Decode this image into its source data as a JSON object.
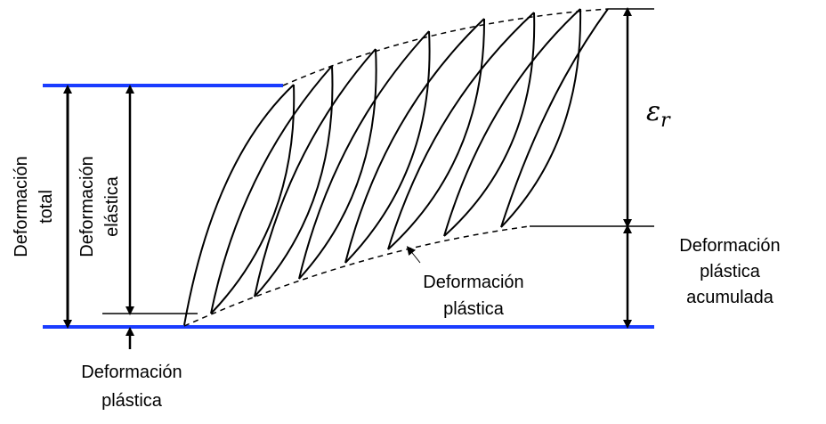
{
  "labels": {
    "total_line1": "Deformación",
    "total_line2": "total",
    "elastic_line1": "Deformación",
    "elastic_line2": "elástica",
    "plastic_bottom_line1": "Deformación",
    "plastic_bottom_line2": "plástica",
    "plastic_mid_line1": "Deformación",
    "plastic_mid_line2": "plástica",
    "accum_line1": "Deformación",
    "accum_line2": "plástica",
    "accum_line3": "acumulada",
    "epsilon": "ε",
    "epsilon_sub": "r"
  },
  "colors": {
    "reference_lines": "#1a3cff",
    "ink": "#000000"
  }
}
